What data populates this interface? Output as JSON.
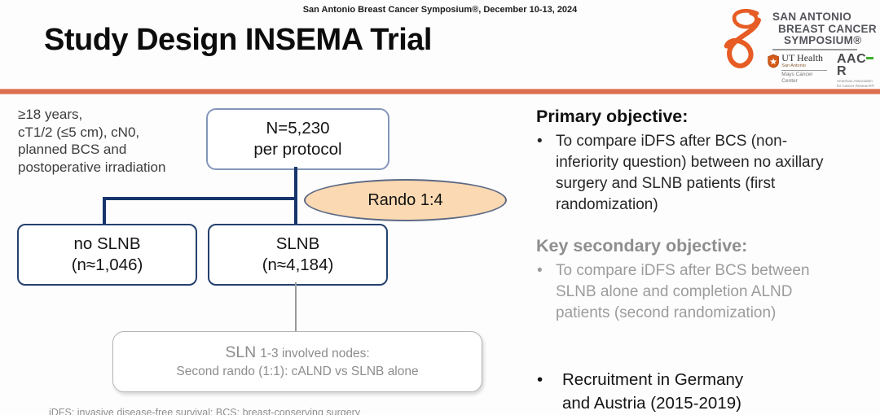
{
  "header": {
    "conference": "San Antonio Breast Cancer Symposium®, December 10-13, 2024",
    "title": "Study Design INSEMA Trial"
  },
  "logo": {
    "name_line1": "SAN ANTONIO",
    "name_line2": "BREAST CANCER",
    "name_line3": "SYMPOSIUM®",
    "ut_health": {
      "name": "UT Health",
      "sub1": "San Antonio",
      "sub2": "Mays Cancer Center"
    },
    "aacr": {
      "name_left": "AAC",
      "name_right": "R",
      "sub1": "American Association",
      "sub2": "for Cancer Research®"
    }
  },
  "flowchart": {
    "eligibility": "≥18 years,\ncT1/2 (≤5 cm), cN0,\nplanned BCS and\npostoperative irradiation",
    "n_box": "N=5,230\nper protocol",
    "rando_label": "Rando 1:4",
    "no_slnb_box": "no SLNB\n(n≈1,046)",
    "slnb_box": "SLNB\n(n≈4,184)",
    "second_rando_lead": "SLN",
    "second_rando_line1": "1-3 involved nodes:",
    "second_rando_line2": "Second rando (1:1): cALND vs SLNB alone"
  },
  "objectives": {
    "bullet_glyph": "•",
    "primary_heading": "Primary objective:",
    "primary_bullet": "To compare iDFS after BCS (non-\ninferiority question) between no axillary\nsurgery and SLNB patients (first\nrandomization)",
    "secondary_heading": "Key secondary objective:",
    "secondary_bullet": "To compare iDFS after BCS between\nSLNB alone and completion ALND\npatients (second randomization)",
    "recruitment_bullet": "Recruitment in Germany\nand Austria (2015-2019)"
  },
  "footnote": "iDFS: invasive disease-free survival; BCS: breast-conserving surgery",
  "colors": {
    "accent_orange": "#DB6F50",
    "ribbon_orange": "#E65C24",
    "navy": "#17356B",
    "n_box_border": "#8496B9",
    "ellipse_fill": "#FBD9B2",
    "gray_text": "#8D8D8D",
    "aacr_green": "#3BAF29"
  }
}
